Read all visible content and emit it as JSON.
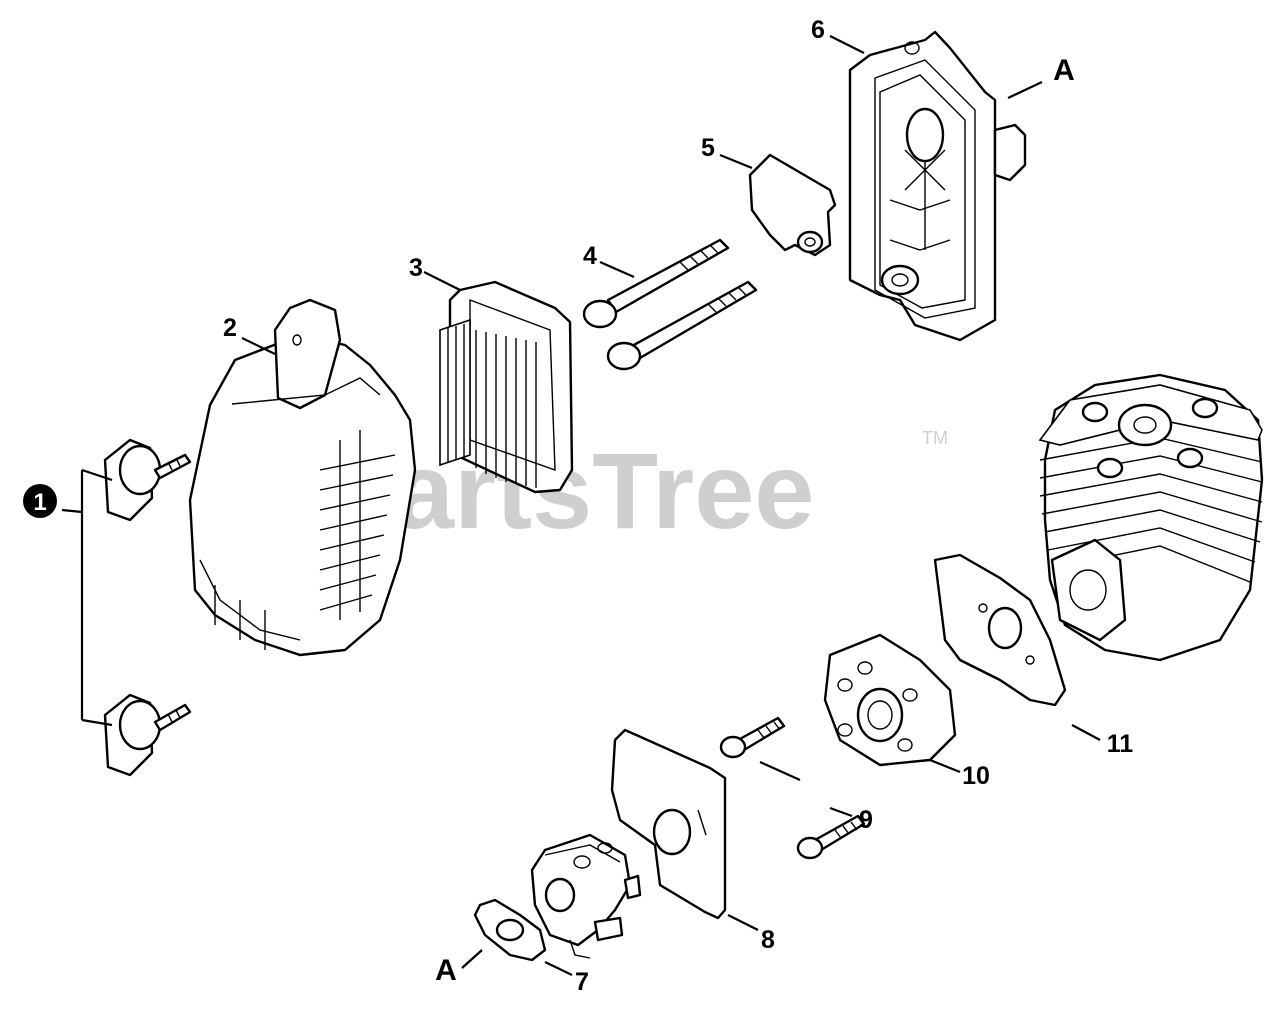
{
  "watermark": {
    "text": "PartsTree",
    "mark": "TM"
  },
  "callouts": [
    {
      "id": "1",
      "label": "1",
      "filled": true
    },
    {
      "id": "2",
      "label": "2"
    },
    {
      "id": "3",
      "label": "3"
    },
    {
      "id": "4",
      "label": "4"
    },
    {
      "id": "5",
      "label": "5"
    },
    {
      "id": "6",
      "label": "6"
    },
    {
      "id": "7",
      "label": "7"
    },
    {
      "id": "8",
      "label": "8"
    },
    {
      "id": "9",
      "label": "9"
    },
    {
      "id": "10",
      "label": "10"
    },
    {
      "id": "11",
      "label": "11"
    }
  ],
  "references": {
    "top": "A",
    "bottom": "A"
  },
  "icons": {
    "callout_1": "filled-circle-number"
  }
}
